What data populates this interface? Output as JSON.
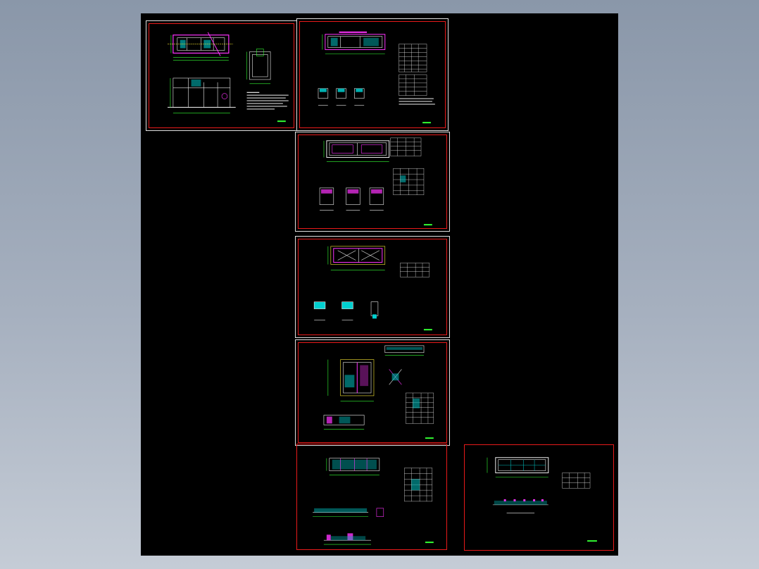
{
  "app": {
    "title": ""
  },
  "colors": {
    "background": "#000000",
    "frame_white": "#e0e0e0",
    "frame_red": "#e81a1a",
    "wall_magenta": "#ff33ff",
    "fill_cyan": "#00e5e5",
    "dim_green": "#33ff33",
    "line_white": "#f0f0f0",
    "accent_yellow": "#ffee33"
  },
  "sheets": [
    {
      "id": "sheet-1",
      "kind": "plan-and-section"
    },
    {
      "id": "sheet-2",
      "kind": "plan-with-tables"
    },
    {
      "id": "sheet-3",
      "kind": "plan-with-tables"
    },
    {
      "id": "sheet-4",
      "kind": "plan-with-table"
    },
    {
      "id": "sheet-5",
      "kind": "detail-with-table"
    },
    {
      "id": "sheet-6",
      "kind": "elevations-with-table"
    },
    {
      "id": "sheet-7",
      "kind": "plan-with-table"
    }
  ]
}
